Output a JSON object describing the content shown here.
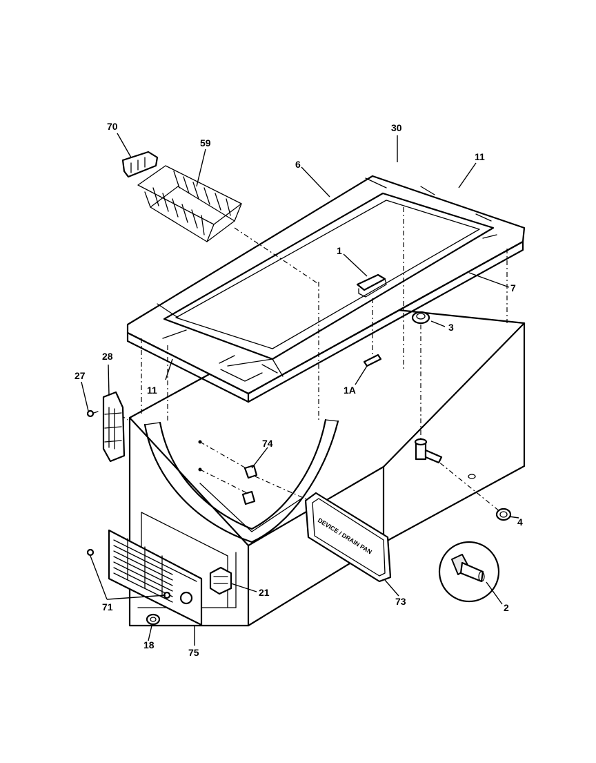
{
  "diagram": {
    "part_labels": [
      "70",
      "59",
      "6",
      "30",
      "11",
      "1",
      "7",
      "3",
      "1A",
      "11",
      "28",
      "27",
      "74",
      "4",
      "2",
      "73",
      "21",
      "71",
      "18",
      "75"
    ],
    "drain_plate_text": "DEVICE / DRAIN PAN"
  }
}
